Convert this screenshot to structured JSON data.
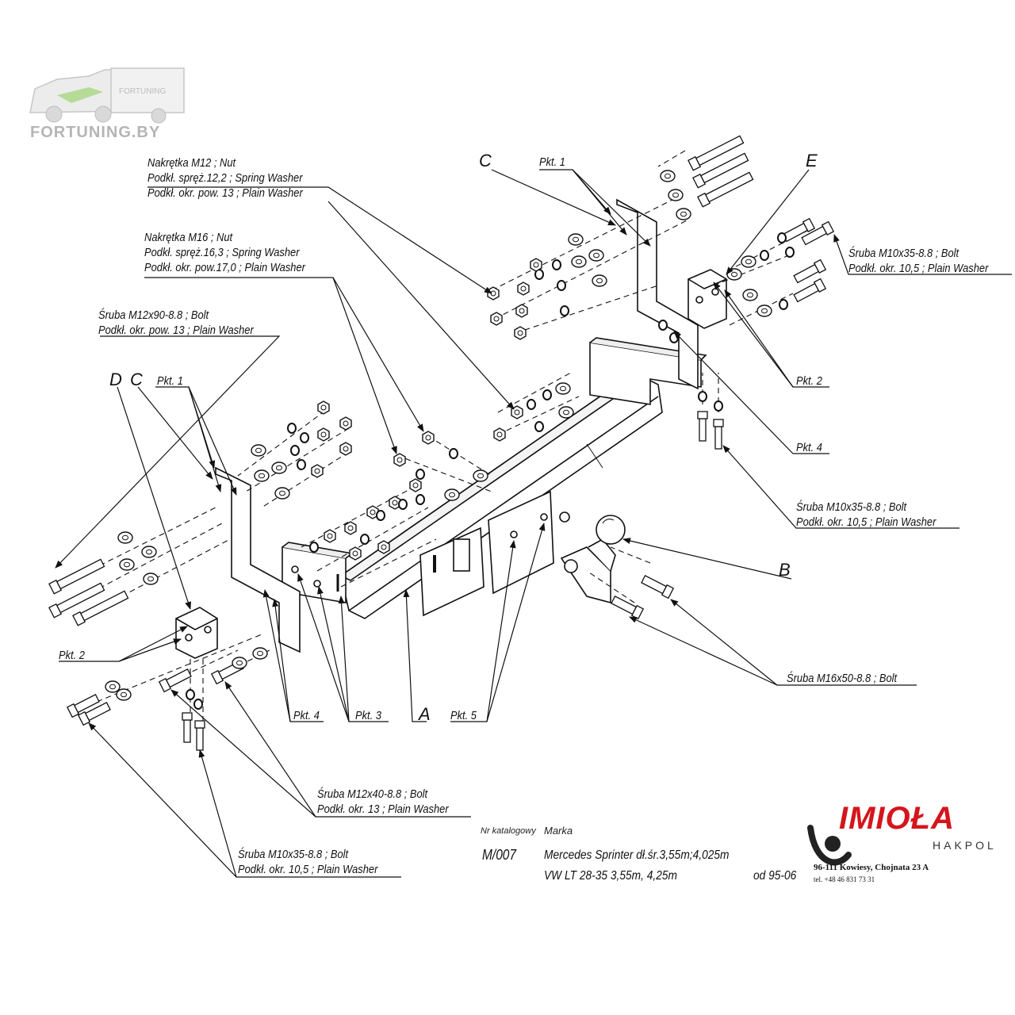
{
  "watermark": {
    "text": "FORTUNING.BY",
    "truck_sign": "FORTUNING"
  },
  "callouts": {
    "nut_m12": [
      "Nakrętka  M12 ; Nut",
      "Podkł. spręż.12,2 ; Spring Washer",
      "Podkł. okr. pow. 13 ; Plain Washer"
    ],
    "nut_m16": [
      "Nakrętka  M16 ; Nut",
      "Podkł. spręż.16,3 ; Spring Washer",
      "Podkł. okr. pow.17,0 ; Plain Washer"
    ],
    "bolt_m12x90": [
      "Śruba M12x90-8.8 ;  Bolt",
      "Podkł. okr. pow. 13 ; Plain Washer"
    ],
    "bolt_m10x35_top": [
      "Śruba M10x35-8.8 ;  Bolt",
      "Podkł. okr. 10,5 ; Plain Washer"
    ],
    "bolt_m10x35_right": [
      "Śruba M10x35-8.8 ;  Bolt",
      "Podkł. okr. 10,5 ; Plain Washer"
    ],
    "bolt_m16x50": [
      "Śruba M16x50-8.8 ;  Bolt"
    ],
    "bolt_m12x40": [
      "Śruba M12x40-8.8 ;  Bolt",
      "Podkł. okr. 13 ; Plain Washer"
    ],
    "bolt_m10x35_bottom": [
      "Śruba M10x35-8.8 ;  Bolt",
      "Podkł. okr. 10,5 ; Plain Washer"
    ]
  },
  "letters": {
    "C_top": "C",
    "E": "E",
    "D": "D",
    "C_left": "C",
    "B": "B",
    "A": "A"
  },
  "points": {
    "pkt1_top": "Pkt. 1",
    "pkt1_left": "Pkt. 1",
    "pkt2_right": "Pkt. 2",
    "pkt2_left": "Pkt. 2",
    "pkt4_right": "Pkt. 4",
    "pkt4_left": "Pkt. 4",
    "pkt3": "Pkt. 3",
    "pkt5": "Pkt. 5"
  },
  "info": {
    "catalog_label": "Nr katalogowy",
    "brand_label": "Marka",
    "catalog_number": "M/007",
    "model_line1": "Mercedes Sprinter dł.śr.3,55m;4,025m",
    "model_line2": "VW LT 28-35 3,55m, 4,25m",
    "since": "od 95-06"
  },
  "company": {
    "name": "IMIOŁA",
    "sub": "HAKPOL",
    "address": "96-111 Kowiesy, Chojnata 23 A",
    "phone": "tel. +48 46 831 73 31"
  },
  "colors": {
    "line": "#1a1a1a",
    "brand": "#d4161c",
    "watermark": "#b5b5b5"
  }
}
